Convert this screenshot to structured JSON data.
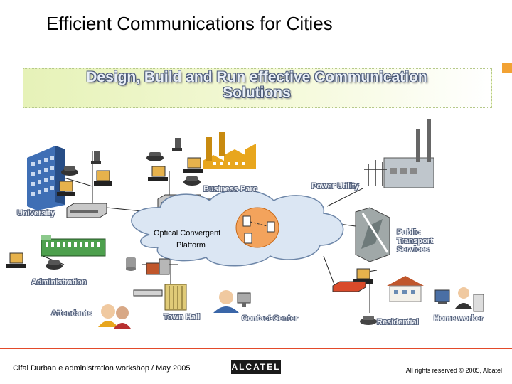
{
  "slide": {
    "title": "Efficient  Communications for Cities",
    "banner": [
      "Design, Build and Run  effective Communication",
      "Solutions"
    ]
  },
  "nodes": {
    "university": "University",
    "business_parc": "Business Parc",
    "power_utility": "Power Utility",
    "platform_line1": "Optical Convergent",
    "platform_line2": "Platform",
    "public_transport": [
      "Public",
      "Transport",
      "Services"
    ],
    "administration": "Administration",
    "attendants": "Attendants",
    "town_hall": "Town Hall",
    "contact_center": "Contact Center",
    "residential": "Residential",
    "home_worker": "Home worker"
  },
  "footer": {
    "left": "Cifal Durban e administration workshop  / May 2005",
    "logo": "ALCATEL",
    "right": "All rights reserved © 2005, Alcatel"
  },
  "colors": {
    "accent_orange": "#f2a233",
    "footer_line": "#e34a2a",
    "banner_fill": "#e6f2b8",
    "cloud_fill": "#dbe6f3"
  }
}
